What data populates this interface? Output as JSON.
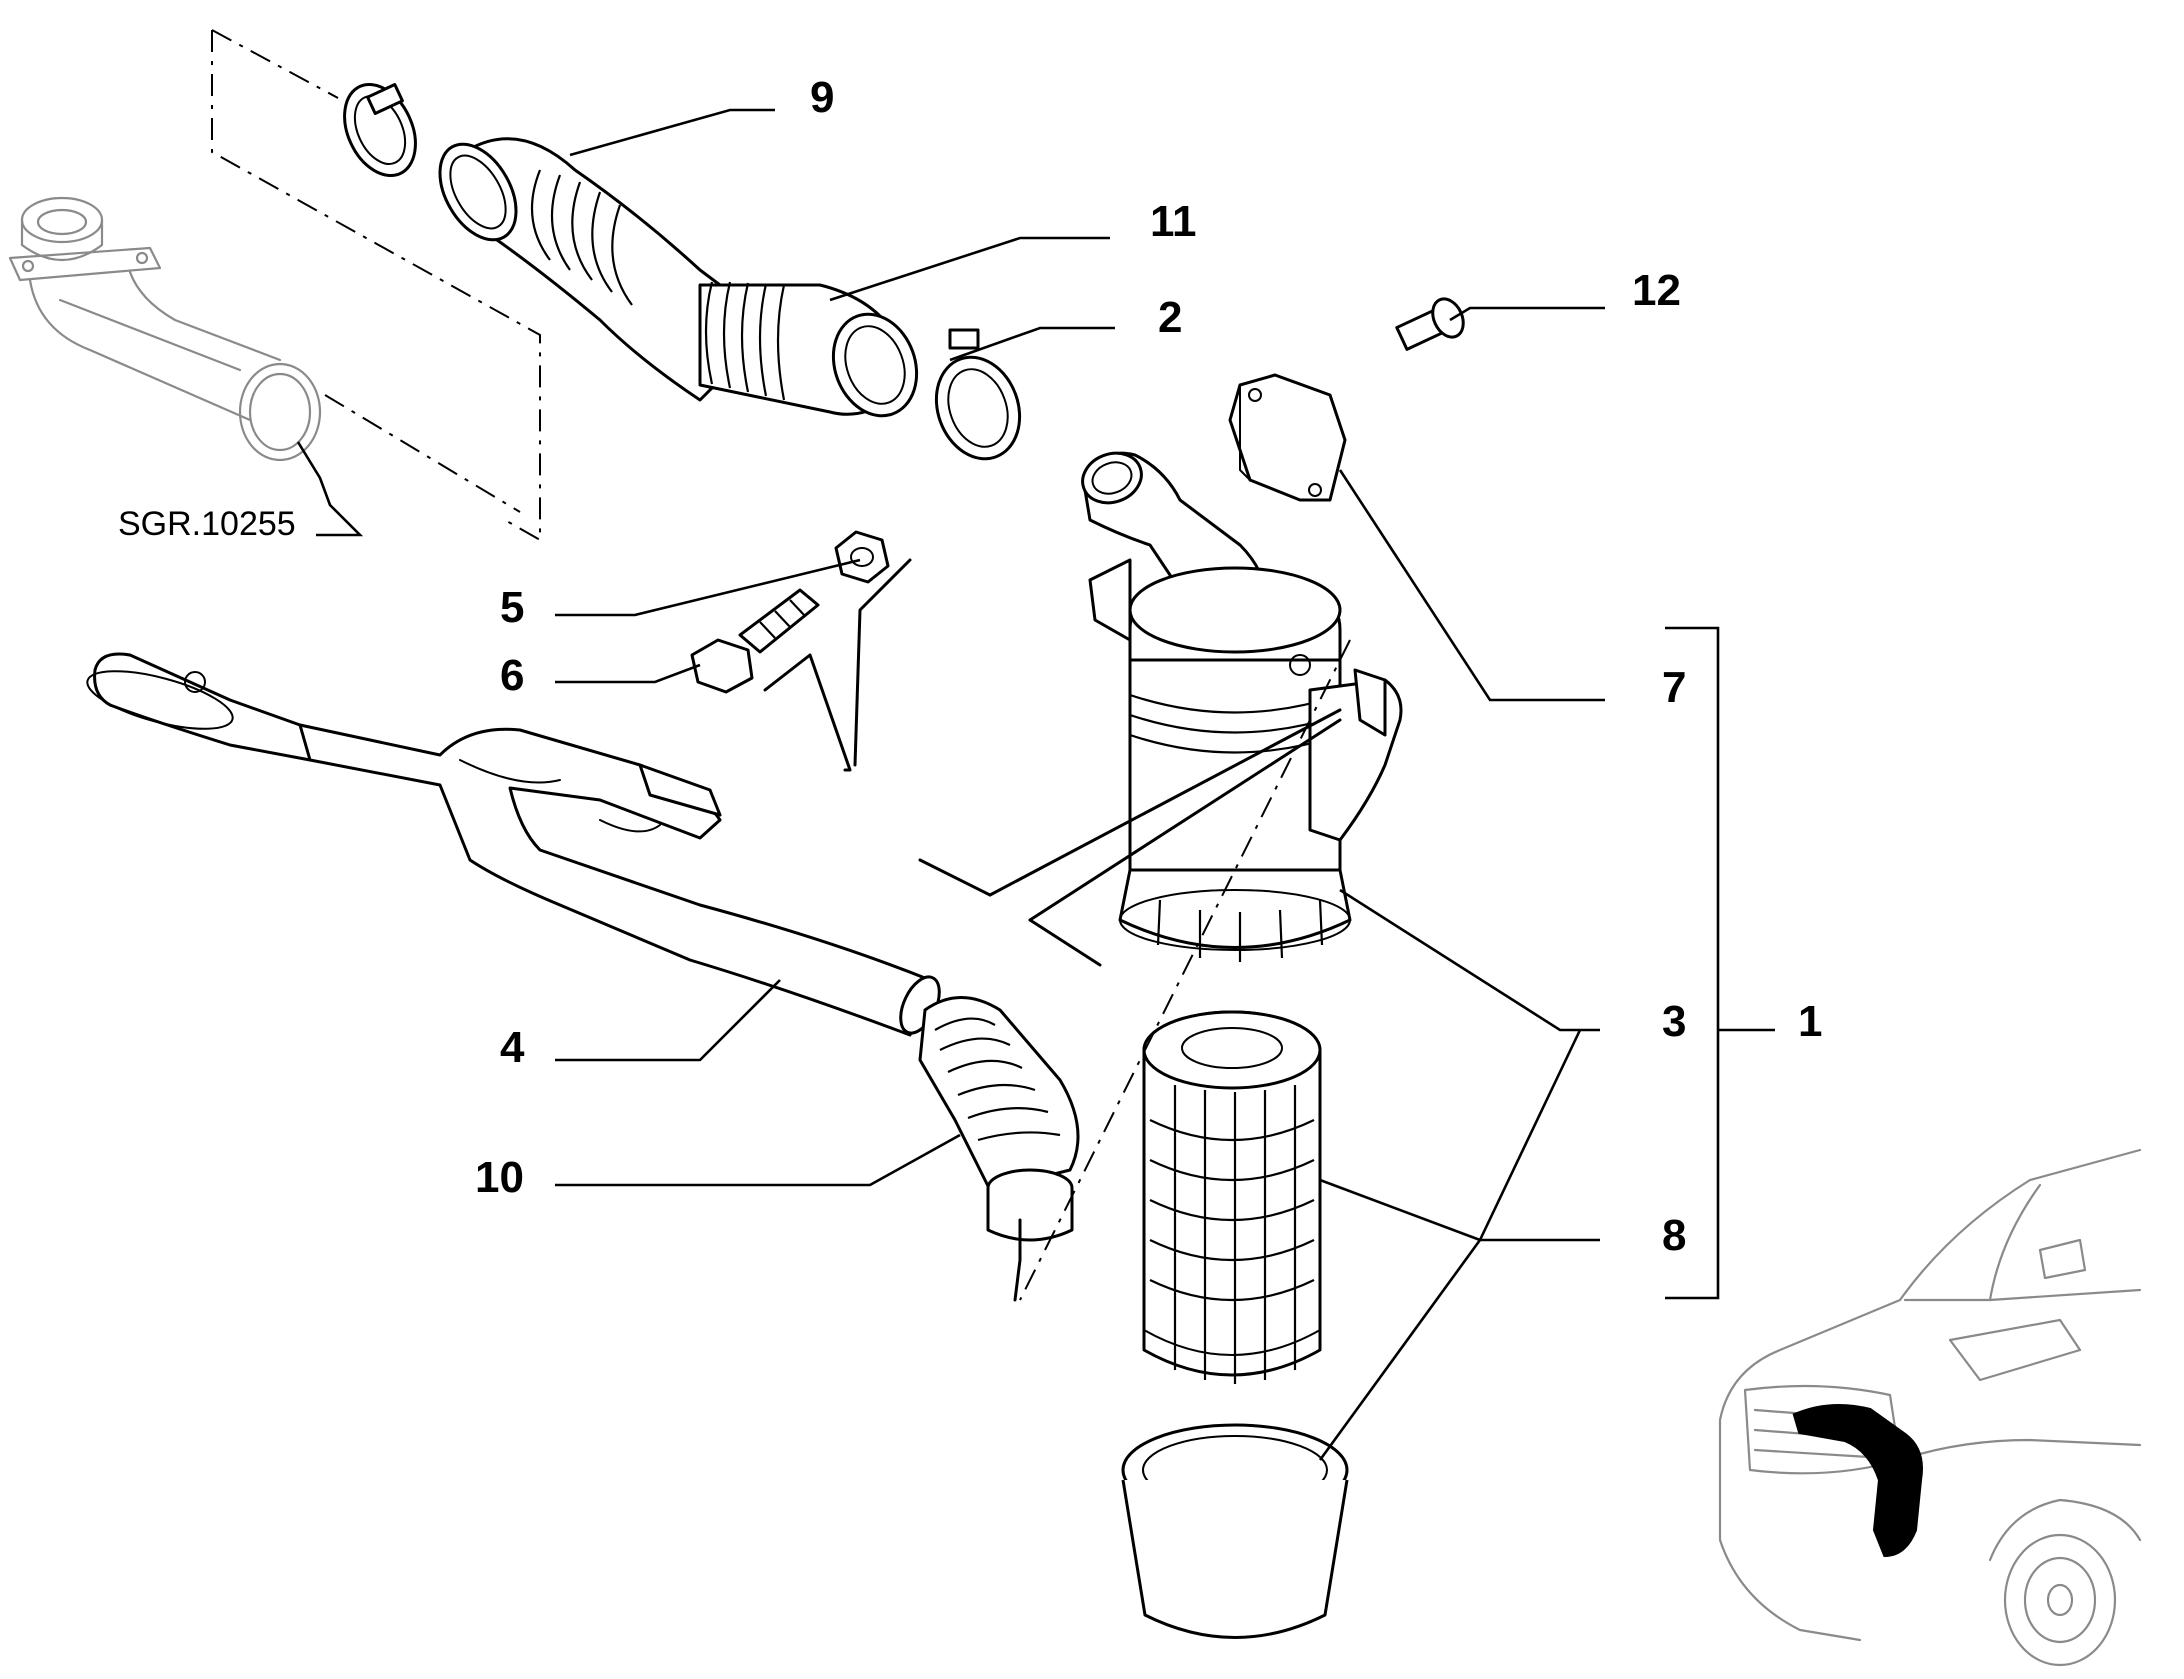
{
  "diagram": {
    "reference_code": "SGR.10255",
    "callouts": [
      {
        "id": "c1",
        "label": "1"
      },
      {
        "id": "c2",
        "label": "2"
      },
      {
        "id": "c3",
        "label": "3"
      },
      {
        "id": "c4",
        "label": "4"
      },
      {
        "id": "c5",
        "label": "5"
      },
      {
        "id": "c6",
        "label": "6"
      },
      {
        "id": "c7",
        "label": "7"
      },
      {
        "id": "c8",
        "label": "8"
      },
      {
        "id": "c9",
        "label": "9"
      },
      {
        "id": "c10",
        "label": "10"
      },
      {
        "id": "c11",
        "label": "11"
      },
      {
        "id": "c12",
        "label": "12"
      }
    ]
  }
}
